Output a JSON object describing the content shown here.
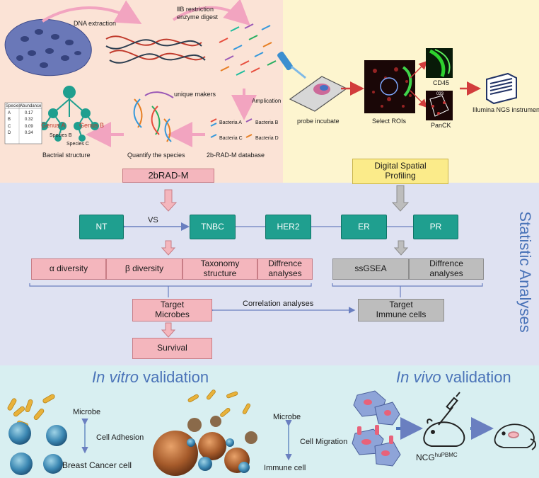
{
  "top_left": {
    "dna_extraction": "DNA extraction",
    "restriction": "ⅡB restriction\nenzyme digest",
    "amplication": "Amplication",
    "unique_makers": "unique makers",
    "bactrial_structure": "Bactrial structure",
    "quantify": "Quantify the species",
    "database": "2b-RAD-M database",
    "genus_a": "Genus A",
    "genus_b": "Genus B",
    "species_b": "Species B",
    "species_c": "Species C",
    "bacteria_a": "Bacteria A",
    "bacteria_b": "Bacteria B",
    "bacteria_c": "Bacteria C",
    "bacteria_d": "Bacteria D",
    "table_headers": [
      "Species",
      "Abundance"
    ],
    "table_rows": [
      [
        "A",
        "0.17"
      ],
      [
        "B",
        "0.32"
      ],
      [
        "C",
        "0.09"
      ],
      [
        "D",
        "0.34"
      ]
    ]
  },
  "top_right": {
    "probe_incubate": "probe incubate",
    "select_rois": "Select ROIs",
    "cd45": "CD45",
    "panck": "PanCK",
    "illumina": "Illumina NGS instrument",
    "roi_label": "033"
  },
  "headers": {
    "rad": "2bRAD-M",
    "dsp": "Digital Spatial\nProfiling"
  },
  "groups": {
    "nt": "NT",
    "vs": "VS",
    "tnbc": "TNBC",
    "her2": "HER2",
    "er": "ER",
    "pr": "PR"
  },
  "analyses": {
    "alpha": "α diversity",
    "beta": "β diversity",
    "taxonomy": "Taxonomy\nstructure",
    "diff_left": "Diffrence\nanalyses",
    "ssgsea": "ssGSEA",
    "diff_right": "Diffrence\nanalyses",
    "target_microbes": "Target\nMicrobes",
    "correlation": "Correlation analyses",
    "target_immune": "Target\nImmune cells",
    "survival": "Survival",
    "side_title": "Statistic Analyses"
  },
  "validation": {
    "in_vitro_italic": "In vitro",
    "in_vitro_rest": " validation",
    "in_vivo_italic": "In vivo",
    "in_vivo_rest": " validation",
    "microbe_1": "Microbe",
    "cell_adhesion": "Cell Adhesion",
    "breast_cancer": "Breast Cancer cell",
    "microbe_2": "Microbe",
    "cell_migration": "Cell Migration",
    "immune_cell": "Immune cell",
    "ncg": "NCG",
    "ncg_sup": "huPBMC"
  },
  "colors": {
    "top_left_bg": "#fbe3d6",
    "top_right_bg": "#fdf5cf",
    "middle_bg": "#dfe2f2",
    "bottom_bg": "#d8eff1",
    "teal": "#1f9f8f",
    "pink": "#f4b6bd",
    "gray": "#bdbdbd",
    "title_blue": "#4a73b8"
  }
}
